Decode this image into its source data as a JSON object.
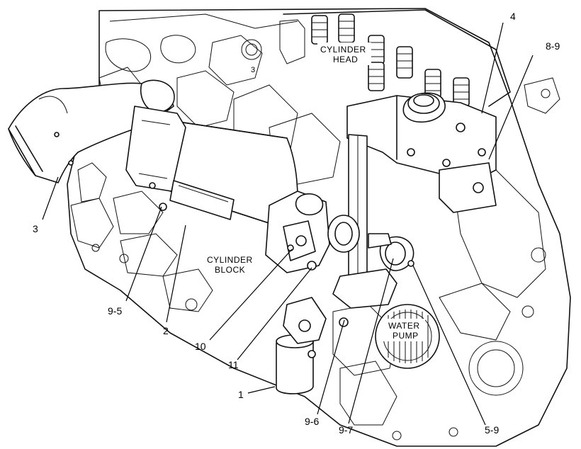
{
  "callouts": {
    "c4": "4",
    "c8_9": "8-9",
    "c3": "3",
    "c9_5": "9-5",
    "c2": "2",
    "c10": "10",
    "c11": "11",
    "c1": "1",
    "c9_6": "9-6",
    "c9_7": "9-7",
    "c5_9": "5-9",
    "c3_small": "3"
  },
  "regions": {
    "cylinder_head_line1": "CYLINDER",
    "cylinder_head_line2": "HEAD",
    "cylinder_block_line1": "CYLINDER",
    "cylinder_block_line2": "BLOCK",
    "water_pump_line1": "WATER",
    "water_pump_line2": "PUMP"
  }
}
